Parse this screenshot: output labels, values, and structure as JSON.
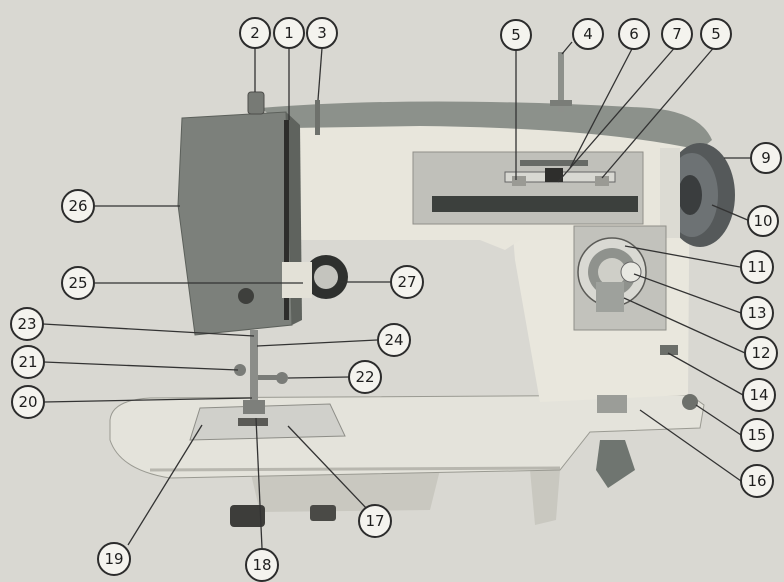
{
  "labels": [
    {
      "id": "2",
      "text": "2"
    },
    {
      "id": "1",
      "text": "1"
    },
    {
      "id": "3",
      "text": "3"
    },
    {
      "id": "5a",
      "text": "5"
    },
    {
      "id": "4",
      "text": "4"
    },
    {
      "id": "6",
      "text": "6"
    },
    {
      "id": "7",
      "text": "7"
    },
    {
      "id": "5b",
      "text": "5"
    },
    {
      "id": "9",
      "text": "9"
    },
    {
      "id": "10",
      "text": "10"
    },
    {
      "id": "26",
      "text": "26"
    },
    {
      "id": "11",
      "text": "11"
    },
    {
      "id": "25",
      "text": "25"
    },
    {
      "id": "27",
      "text": "27"
    },
    {
      "id": "13",
      "text": "13"
    },
    {
      "id": "23",
      "text": "23"
    },
    {
      "id": "24",
      "text": "24"
    },
    {
      "id": "12",
      "text": "12"
    },
    {
      "id": "21",
      "text": "21"
    },
    {
      "id": "22",
      "text": "22"
    },
    {
      "id": "14",
      "text": "14"
    },
    {
      "id": "20",
      "text": "20"
    },
    {
      "id": "15",
      "text": "15"
    },
    {
      "id": "16",
      "text": "16"
    },
    {
      "id": "17",
      "text": "17"
    },
    {
      "id": "19",
      "text": "19"
    },
    {
      "id": "18",
      "text": "18"
    }
  ],
  "colors": {
    "background": "#d9d8d2",
    "body": "#e6e4da",
    "arm_top": "#8f948e",
    "head": "#7f837e",
    "panel": "#b9b9b3",
    "slot": "#3b3f3c",
    "bed": "#e3e2da",
    "base": "#d2d1c9"
  }
}
